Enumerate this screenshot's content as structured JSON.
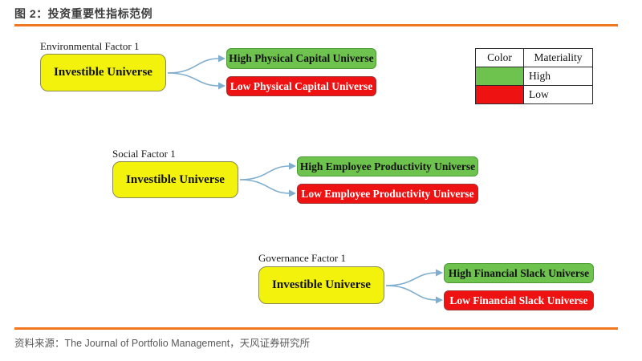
{
  "figure": {
    "title": "图 2：投资重要性指标范例",
    "source": "资料来源：The Journal of Portfolio Management，天风证券研究所"
  },
  "colors": {
    "accent_orange": "#F0771F",
    "node_yellow": "#F2F20C",
    "node_green": "#6EC24E",
    "node_red": "#EE1212",
    "arrow_blue": "#7FAECE",
    "title_text": "#3D3D3D",
    "source_text": "#595959"
  },
  "diagram": {
    "groups": [
      {
        "factor_label": "Environmental Factor 1",
        "source_label": "Investible Universe",
        "high_label": "High Physical Capital Universe",
        "low_label": "Low Physical Capital Universe"
      },
      {
        "factor_label": "Social Factor 1",
        "source_label": "Investible Universe",
        "high_label": "High Employee Productivity Universe",
        "low_label": "Low Employee Productivity Universe"
      },
      {
        "factor_label": "Governance Factor 1",
        "source_label": "Investible Universe",
        "high_label": "High Financial Slack Universe",
        "low_label": "Low Financial Slack Universe"
      }
    ]
  },
  "legend": {
    "headers": [
      "Color",
      "Materiality"
    ],
    "rows": [
      {
        "color": "#6EC24E",
        "materiality": "High"
      },
      {
        "color": "#EE1212",
        "materiality": "Low"
      }
    ]
  }
}
